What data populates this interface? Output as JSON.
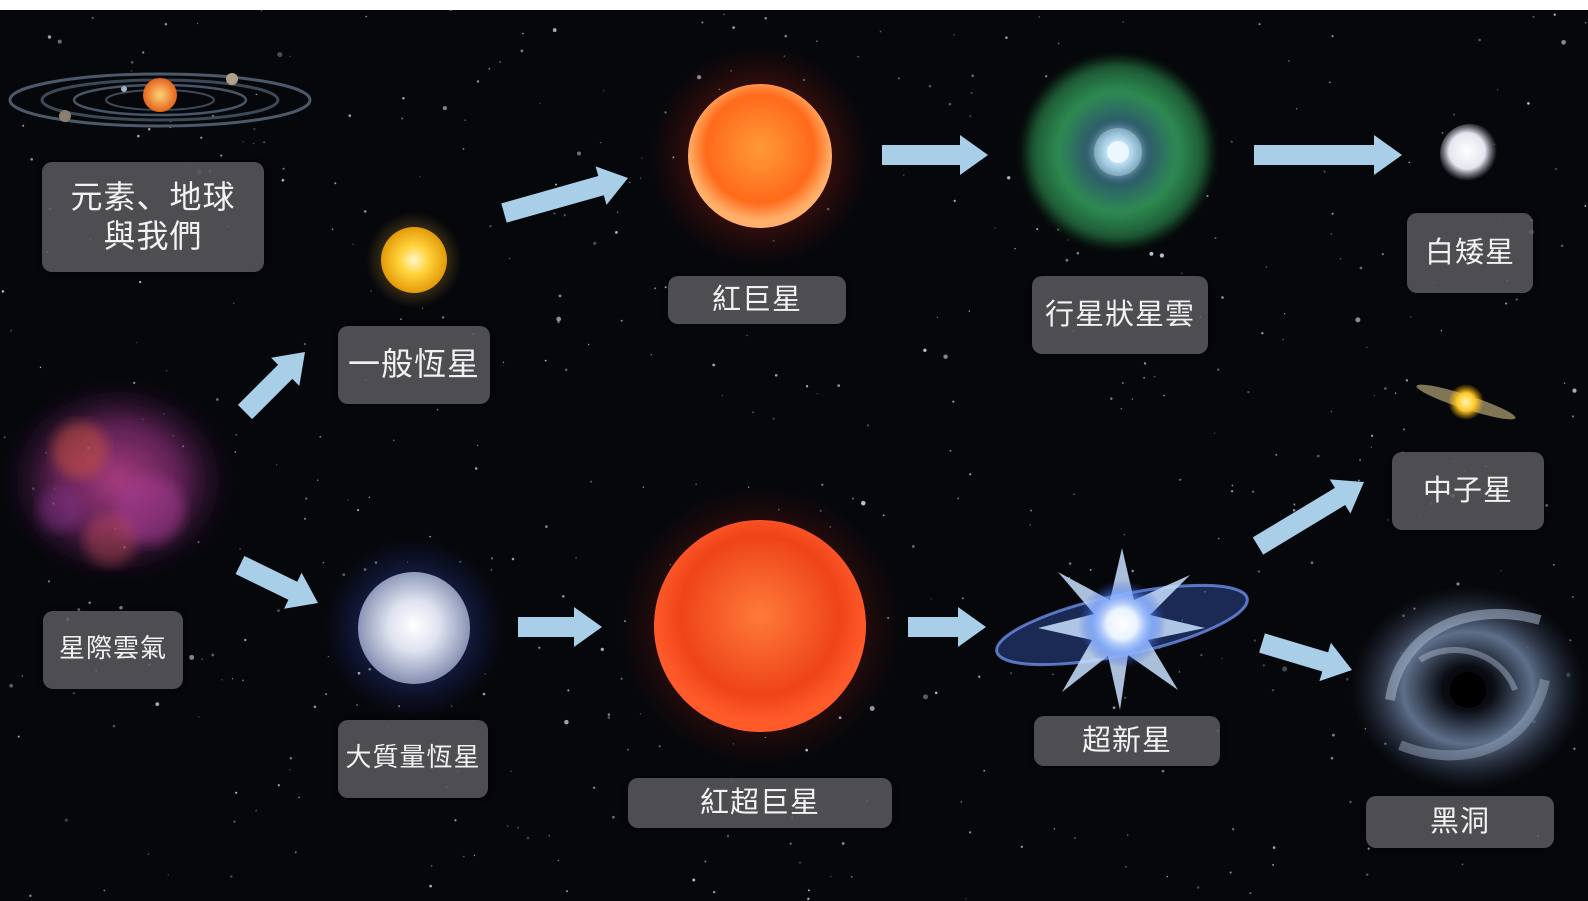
{
  "diagram": {
    "nodes": {
      "elements": {
        "label": "元素、地球\n與我們",
        "icon": "solar-system-icon"
      },
      "nebula": {
        "label": "星際雲氣",
        "icon": "interstellar-cloud-icon"
      },
      "average_star": {
        "label": "一般恆星",
        "icon": "yellow-star-icon"
      },
      "massive_star": {
        "label": "大質量恆星",
        "icon": "blue-white-star-icon"
      },
      "red_giant": {
        "label": "紅巨星",
        "icon": "red-giant-icon"
      },
      "red_supergiant": {
        "label": "紅超巨星",
        "icon": "red-supergiant-icon"
      },
      "planetary_nebula": {
        "label": "行星狀星雲",
        "icon": "planetary-nebula-icon"
      },
      "supernova": {
        "label": "超新星",
        "icon": "supernova-icon"
      },
      "white_dwarf": {
        "label": "白矮星",
        "icon": "white-dwarf-icon"
      },
      "neutron_star": {
        "label": "中子星",
        "icon": "neutron-star-icon"
      },
      "black_hole": {
        "label": "黑洞",
        "icon": "black-hole-icon"
      }
    },
    "edges": [
      [
        "nebula",
        "average_star"
      ],
      [
        "nebula",
        "massive_star"
      ],
      [
        "average_star",
        "red_giant"
      ],
      [
        "red_giant",
        "planetary_nebula"
      ],
      [
        "planetary_nebula",
        "white_dwarf"
      ],
      [
        "massive_star",
        "red_supergiant"
      ],
      [
        "red_supergiant",
        "supernova"
      ],
      [
        "supernova",
        "neutron_star"
      ],
      [
        "supernova",
        "black_hole"
      ]
    ],
    "colors": {
      "background": "#06070b",
      "arrow": "#a9cfe8",
      "label_bg": "#58585c",
      "label_text": "#f2f2f2"
    }
  }
}
